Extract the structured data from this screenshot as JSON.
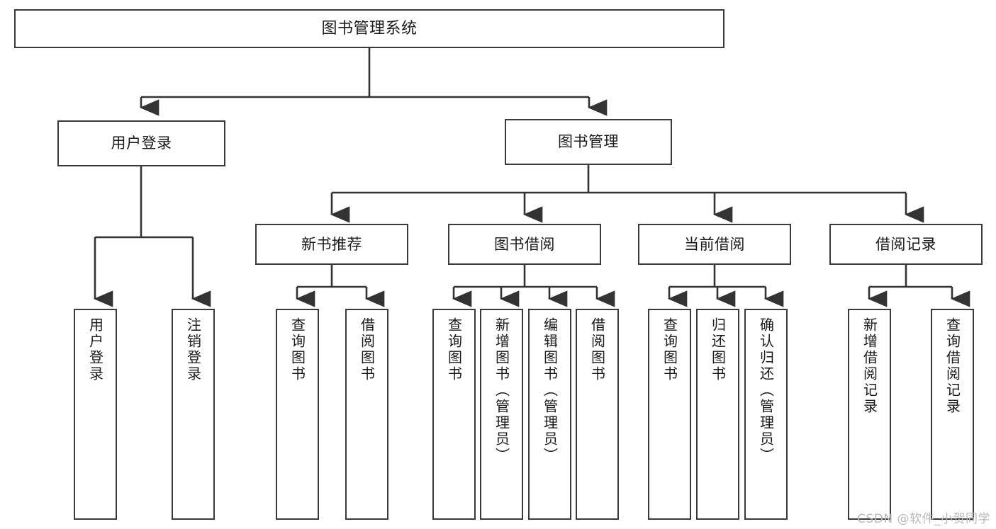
{
  "diagram": {
    "title": "图书管理系统",
    "type": "tree-hierarchy-diagram",
    "watermark": "CSDN @软件_小贺同学",
    "colors": {
      "box_border": "#3a3a3a",
      "box_fill": "#ffffff",
      "connector": "#333333",
      "text": "#1a1a1a",
      "watermark": "#b9b9b9",
      "background": "#ffffff"
    },
    "root": {
      "label": "图书管理系统"
    },
    "level2": [
      {
        "label": "用户登录"
      },
      {
        "label": "图书管理"
      }
    ],
    "level3": [
      {
        "label": "新书推荐"
      },
      {
        "label": "图书借阅"
      },
      {
        "label": "当前借阅"
      },
      {
        "label": "借阅记录"
      }
    ],
    "leaves": {
      "user_login": [
        {
          "label": "用户登录"
        },
        {
          "label": "注销登录"
        }
      ],
      "new_book_recommend": [
        {
          "label": "查询图书"
        },
        {
          "label": "借阅图书"
        }
      ],
      "book_borrow": [
        {
          "label": "查询图书"
        },
        {
          "label": "新增图书（管理员）"
        },
        {
          "label": "编辑图书（管理员）"
        },
        {
          "label": "借阅图书"
        }
      ],
      "current_borrow": [
        {
          "label": "查询图书"
        },
        {
          "label": "归还图书"
        },
        {
          "label": "确认归还（管理员）"
        }
      ],
      "borrow_record": [
        {
          "label": "新增借阅记录"
        },
        {
          "label": "查询借阅记录"
        }
      ]
    }
  }
}
